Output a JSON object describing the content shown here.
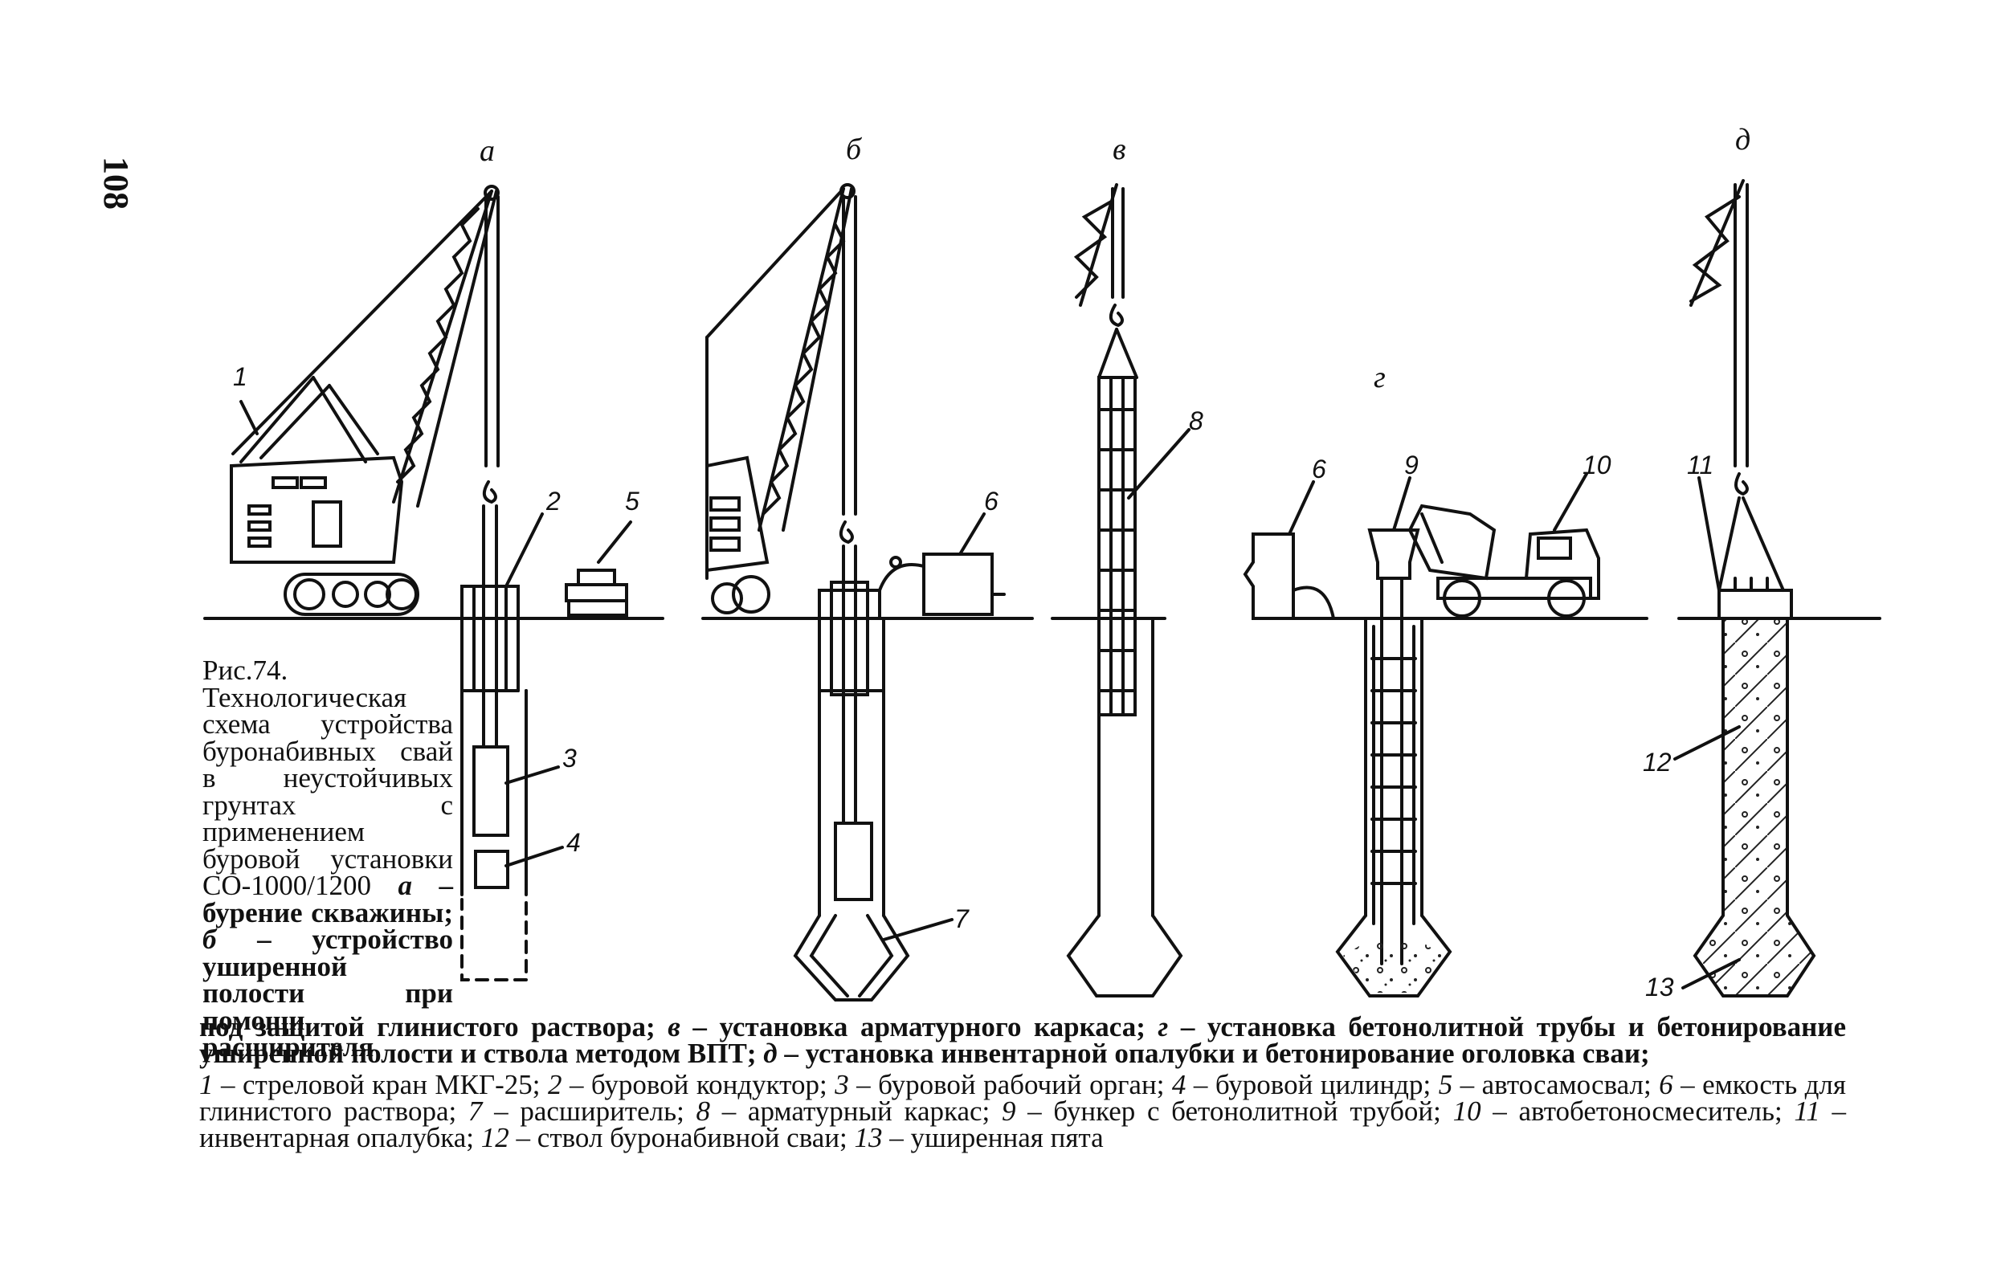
{
  "page_number": "108",
  "figure": {
    "caption_lead": "Рис.74. Технологическая схема устройства буронабивных свай в неустойчивых грунтах с применением буровой установки СО-1000/1200",
    "caption_a_letter": "а",
    "caption_a_text": " – бурение скважины; ",
    "caption_b_letter": "б",
    "caption_b_text": " – устройство уширенной полости при помощи расширителя",
    "caption_rest_1": "под защитой глинистого раствора; ",
    "caption_v_letter": "в",
    "caption_v_text": " – установка арматурного каркаса; ",
    "caption_g_letter": "г",
    "caption_g_text": " – установка бетонолитной трубы и бетонирование уширенной полости и ствола методом ВПТ; ",
    "caption_d_letter": "д",
    "caption_d_text": " – установка инвентарной опалубки и бетонирование оголовка сваи;",
    "legend": [
      {
        "n": "1",
        "text": " – стреловой кран МКГ-25; "
      },
      {
        "n": "2",
        "text": " – буровой кондуктор; "
      },
      {
        "n": "3",
        "text": " – буровой рабочий орган; "
      },
      {
        "n": "4",
        "text": " – буровой цилиндр; "
      },
      {
        "n": "5",
        "text": " – автосамосвал; "
      },
      {
        "n": "6",
        "text": " – емкость для глинистого раствора; "
      },
      {
        "n": "7",
        "text": " – расширитель; "
      },
      {
        "n": "8",
        "text": " – арматурный каркас; "
      },
      {
        "n": "9",
        "text": " – бункер с бетонолитной трубой; "
      },
      {
        "n": "10",
        "text": " – автобетоносмеситель; "
      },
      {
        "n": "11",
        "text": " – инвентарная опалубка; "
      },
      {
        "n": "12",
        "text": " – ствол буронабивной сваи; "
      },
      {
        "n": "13",
        "text": " – уширенная пята"
      }
    ]
  },
  "stage_labels": {
    "a": "а",
    "b": "б",
    "v": "в",
    "g": "г",
    "d": "д"
  },
  "callouts": {
    "c1": "1",
    "c2": "2",
    "c3": "3",
    "c4": "4",
    "c5": "5",
    "c6a": "6",
    "c6b": "6",
    "c7": "7",
    "c8": "8",
    "c9": "9",
    "c10": "10",
    "c11": "11",
    "c12": "12",
    "c13": "13"
  }
}
